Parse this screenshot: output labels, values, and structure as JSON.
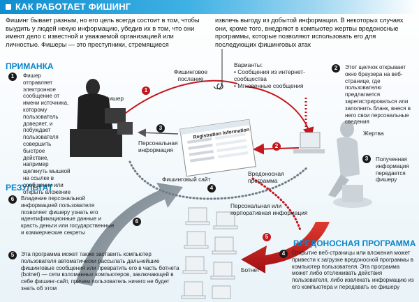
{
  "title": "КАК РАБОТАЕТ ФИШИНГ",
  "intro_left": "Фишинг бывает разным, но его цель всегда состоит в том, чтобы выудить у людей некую информацию, убедив их в том, что они имеют дело с известной и уважаемой организацией или личностью. Фишеры — это преступники, стремящиеся",
  "intro_right": "извлечь выгоду из добытой информации. В некоторых случаях они, кроме того, внедряют в компьютер жертвы вредоносные программы, которые позволяют использовать его для последующих фишинговых атак",
  "sections": {
    "bait": "ПРИМАНКА",
    "result": "РЕЗУЛЬТАТ",
    "malware": "ВРЕДОНОСНАЯ ПРОГРАММА"
  },
  "steps": {
    "s1_text": "Фишер отправляет электронное сообщение от имени источника, которому пользователь доверяет, и побуждает пользователя совершить быстрое действие, например щелкнуть мышкой на ссылке в сообщении или открыть вложение",
    "s2_text": "Этот щелчок открывает окно браузера на веб-странице, где пользователю предлагается зарегистрироваться или заполнить бланк, внеся в него свои персональные сведения",
    "s3_text": "Полученная информация передается фишеру",
    "s4_text": "Открытие веб-страницы или вложения может привести к загрузке вредоносной программы в компьютер пользователя. Эта программа может либо отслеживать действия пользователя, либо извлекать информацию из его компьютера и передавать ее фишеру",
    "s5_text": "Эта программа может также заставить компьютер пользователя автоматически рассылать дальнейшие фишинговые сообщения или превратить его в часть ботнета (botnet) — сети взломанных компьютеров, заключающей в себе фишинг-сайт, причем пользователь ничего не будет знать об этом",
    "s6_text": "Владение персональной информацией пользователя позволяет фишеру узнать его идентификационные данные и красть деньги или государственные и коммерческие секреты"
  },
  "numbers": [
    "1",
    "2",
    "3",
    "4",
    "5",
    "6"
  ],
  "labels": {
    "phisher": "Фишер",
    "phishing_message": "Фишинговое послание",
    "variants_title": "Варианты:",
    "variant1": "• Сообщения из интернет-сообщества",
    "variant2": "• Мгновенные сообщения",
    "victim": "Жертва",
    "personal_info": "Персональная информация",
    "phishing_site": "Фишинговый сайт",
    "malware_prog": "Вредоносная программа",
    "personal_corp": "Персональная или корпоративная информация",
    "botnet": "Ботнет",
    "form_title": "Registration Information"
  },
  "colors": {
    "accent_blue": "#0a86c8",
    "red": "#c4161c",
    "arrow_grey": "#7d8a94"
  }
}
